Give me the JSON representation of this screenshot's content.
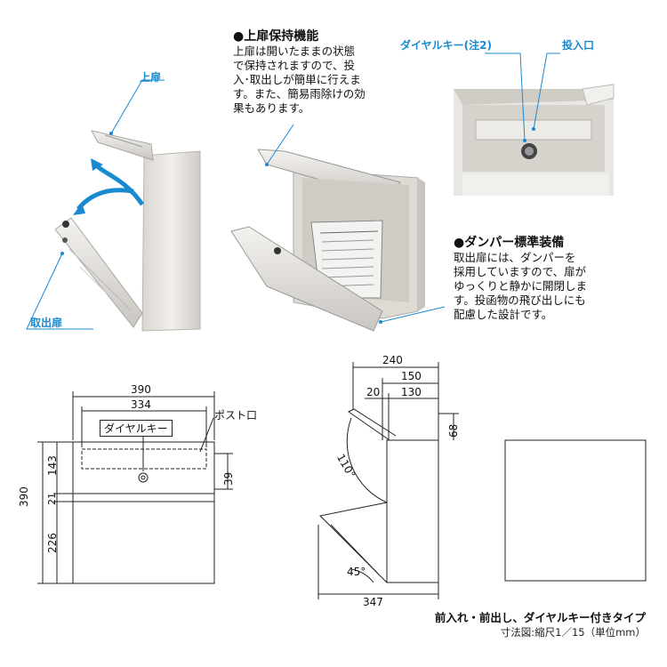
{
  "photo_labels": {
    "upper_door": "上扉",
    "takeout_door": "取出扉",
    "dial_key": "ダイヤルキー(注2)",
    "insertion_slot": "投入口"
  },
  "feature_upper": {
    "title": "●上扉保持機能",
    "body": "上扉は開いたままの状態\nで保持されますので、投\n入･取出しが簡単に行えま\nす。また、簡易雨除けの効\n果もあります。"
  },
  "feature_damper": {
    "title": "●ダンパー標準装備",
    "body": "取出扉には、ダンパーを\n採用していますので、扉が\nゆっくりと静かに開閉しま\nす。投函物の飛び出しにも\n配慮した設計です。"
  },
  "front_view": {
    "width_total": "390",
    "width_inner": "334",
    "dial_key_label": "ダイヤルキー",
    "post_slot_label": "ポスト口",
    "height_total": "390",
    "height_upper": "143",
    "height_gap": "21",
    "height_lower": "226",
    "slot_height": "39"
  },
  "side_view": {
    "depth_top": "240",
    "depth_150": "150",
    "depth_20": "20",
    "depth_130": "130",
    "height_68": "68",
    "angle_upper": "110°",
    "angle_lower": "45°",
    "depth_bottom": "347"
  },
  "caption": {
    "line1": "前入れ・前出し、ダイヤルキー付きタイプ",
    "line2": "寸法図:縮尺1／15（単位mm）"
  },
  "colors": {
    "accent_blue": "#1a8ad0",
    "panel": "#e8e6e2",
    "line": "#222222"
  }
}
